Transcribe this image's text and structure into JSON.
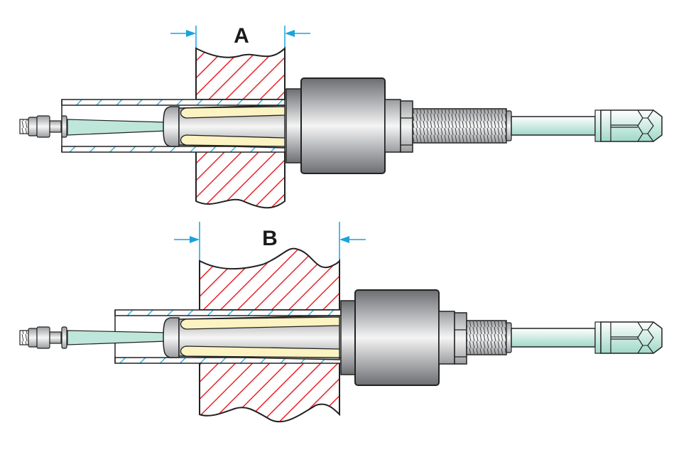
{
  "figure": {
    "description": "Cross-section diagram of a blind-hole bearing puller / collet extractor installed in two wall thicknesses",
    "colors": {
      "section_hatch": "#e8232a",
      "dimension_line": "#1aa3dc",
      "sleeve_hatch": "#1aa3dc",
      "outline": "#222222",
      "collet_finger": "#fbf3c2",
      "rod": "#bfe6da",
      "steel_light": "#f2f2f2",
      "steel_dark": "#6c6e72"
    },
    "views": [
      {
        "id": "A",
        "dimension_label": "A",
        "wall_thickness": "thin"
      },
      {
        "id": "B",
        "dimension_label": "B",
        "wall_thickness": "thick"
      }
    ]
  }
}
